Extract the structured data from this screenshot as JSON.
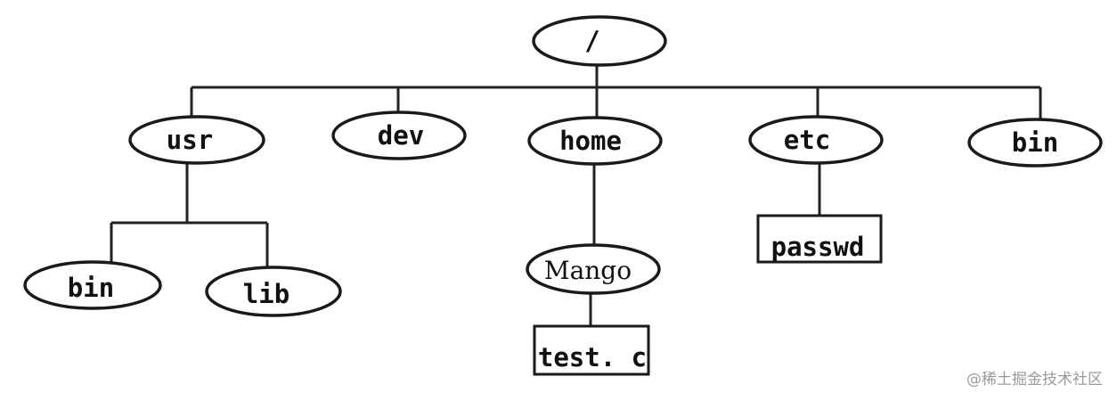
{
  "tree": {
    "root": {
      "label": "/"
    },
    "level1": [
      {
        "id": "usr",
        "label": "usr",
        "shape": "oval"
      },
      {
        "id": "dev",
        "label": "dev",
        "shape": "oval"
      },
      {
        "id": "home",
        "label": "home",
        "shape": "oval"
      },
      {
        "id": "etc",
        "label": "etc",
        "shape": "oval"
      },
      {
        "id": "bin",
        "label": "bin",
        "shape": "oval"
      }
    ],
    "usr_children": [
      {
        "id": "usr-bin",
        "label": "bin",
        "shape": "oval"
      },
      {
        "id": "usr-lib",
        "label": "lib",
        "shape": "oval"
      }
    ],
    "home_child": {
      "id": "mango",
      "label": "Mango",
      "shape": "oval"
    },
    "mango_child": {
      "id": "test-c",
      "label": "test. c",
      "shape": "box"
    },
    "etc_child": {
      "id": "passwd",
      "label": "passwd",
      "shape": "box"
    }
  },
  "watermark": "@稀土掘金技术社区"
}
